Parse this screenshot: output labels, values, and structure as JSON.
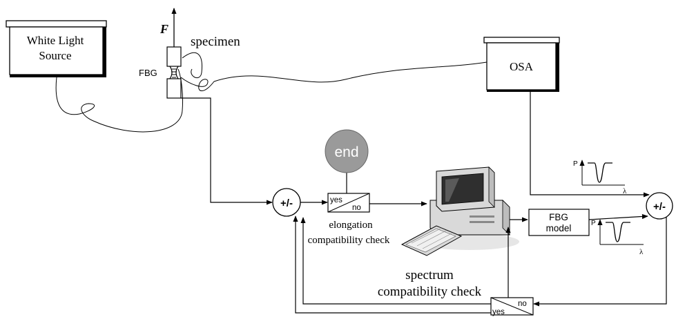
{
  "boxes": {
    "white_light_source": {
      "line1": "White Light",
      "line2": "Source"
    },
    "osa": {
      "label": "OSA"
    },
    "fbg_model": {
      "line1": "FBG",
      "line2": "model"
    },
    "end_node": {
      "label": "end"
    }
  },
  "specimen": {
    "force_label": "F",
    "specimen_label": "specimen",
    "fbg_label": "FBG"
  },
  "summing_junctions": {
    "left": "+/-",
    "right": "+/-"
  },
  "decision_elongation": {
    "yes": "yes",
    "no": "no",
    "caption_line1": "elongation",
    "caption_line2": "compatibility check"
  },
  "decision_spectrum": {
    "yes": "yes",
    "no": "no",
    "caption_line1": "spectrum",
    "caption_line2": "compatibility check"
  },
  "spectrum_plots": {
    "upper": {
      "y_label": "P",
      "x_label": "λ"
    },
    "lower": {
      "y_label": "P",
      "x_label": "λ"
    }
  },
  "colors": {
    "line": "#000000",
    "end_fill": "#9a9a9a",
    "end_text": "#ffffff",
    "computer_body": "#d9d9d9",
    "screen": "#2f2f2f"
  }
}
